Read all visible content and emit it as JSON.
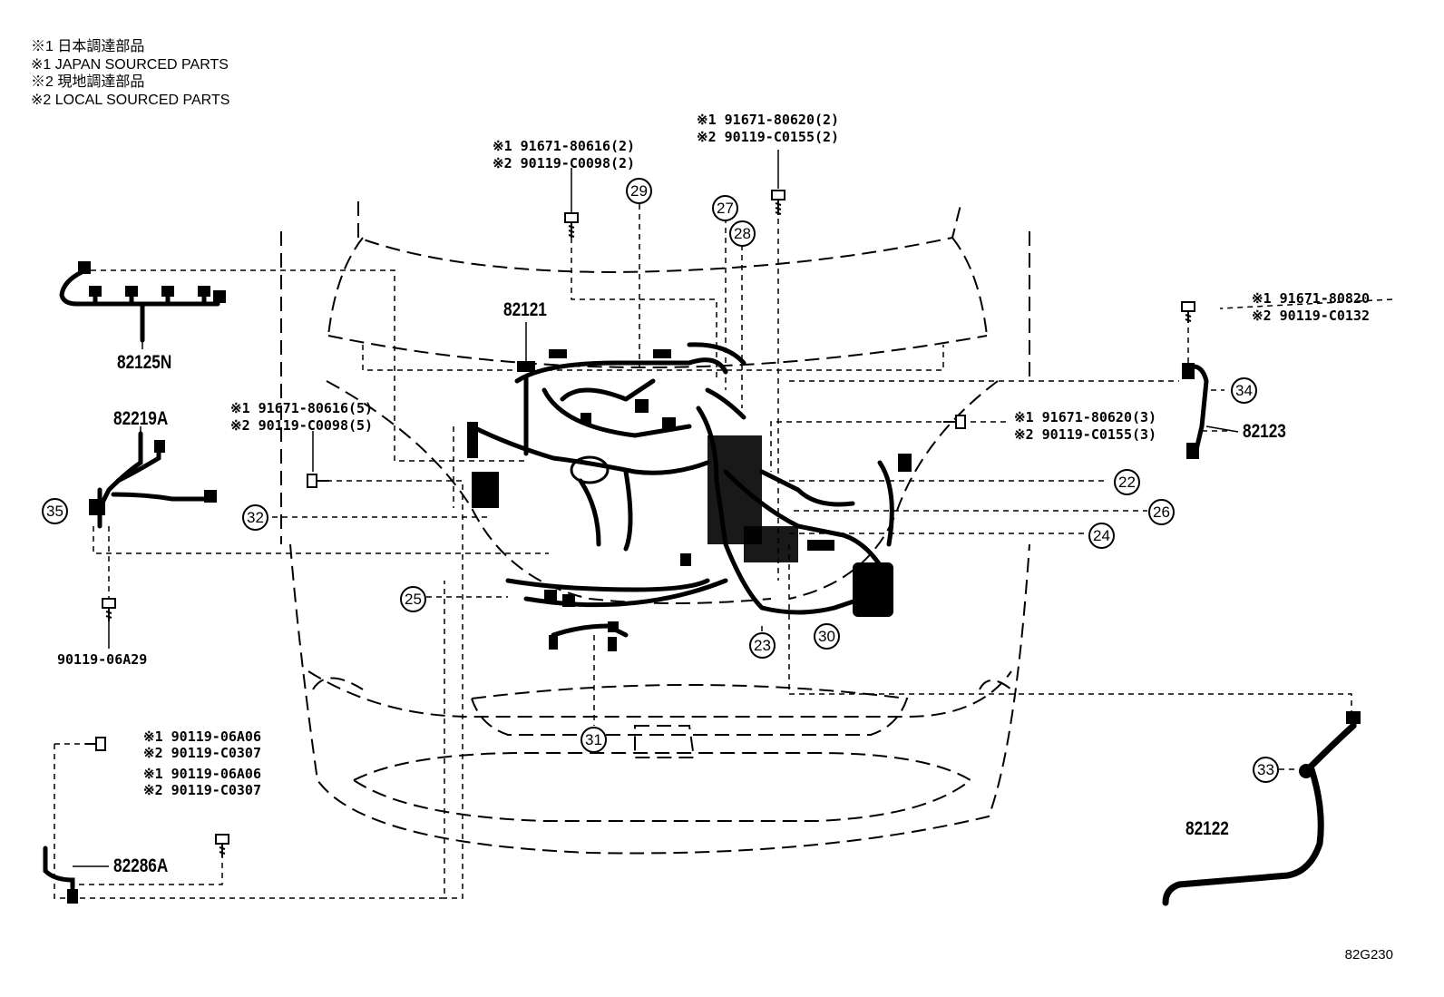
{
  "legend": {
    "line1": "※1 日本調達部品",
    "line2": "※1 JAPAN SOURCED PARTS",
    "line3": "※2 現地調達部品",
    "line4": "※2 LOCAL SOURCED PARTS"
  },
  "bolt_labels": {
    "top_left_1": "※1 91671-80616(2)",
    "top_left_2": "※2 90119-C0098(2)",
    "top_right_1": "※1 91671-80620(2)",
    "top_right_2": "※2 90119-C0155(2)",
    "right_top_1": "※1 91671-80820",
    "right_top_2": "※2 90119-C0132",
    "right_mid_1": "※1 91671-80620(3)",
    "right_mid_2": "※2 90119-C0155(3)",
    "left_mid_1": "※1 91671-80616(5)",
    "left_mid_2": "※2 90119-C0098(5)",
    "bottom_left_a1": "※1 90119-06A06",
    "bottom_left_a2": "※2 90119-C0307",
    "bottom_left_b1": "※1 90119-06A06",
    "bottom_left_b2": "※2 90119-C0307",
    "left_bolt": "90119-06A29"
  },
  "parts": {
    "p82125N": "82125N",
    "p82219A": "82219A",
    "p82121": "82121",
    "p82123": "82123",
    "p82286A": "82286A",
    "p82122": "82122"
  },
  "callouts": [
    "22",
    "23",
    "24",
    "25",
    "26",
    "27",
    "28",
    "29",
    "30",
    "31",
    "32",
    "33",
    "34",
    "35"
  ],
  "diagram_code": "82G230"
}
